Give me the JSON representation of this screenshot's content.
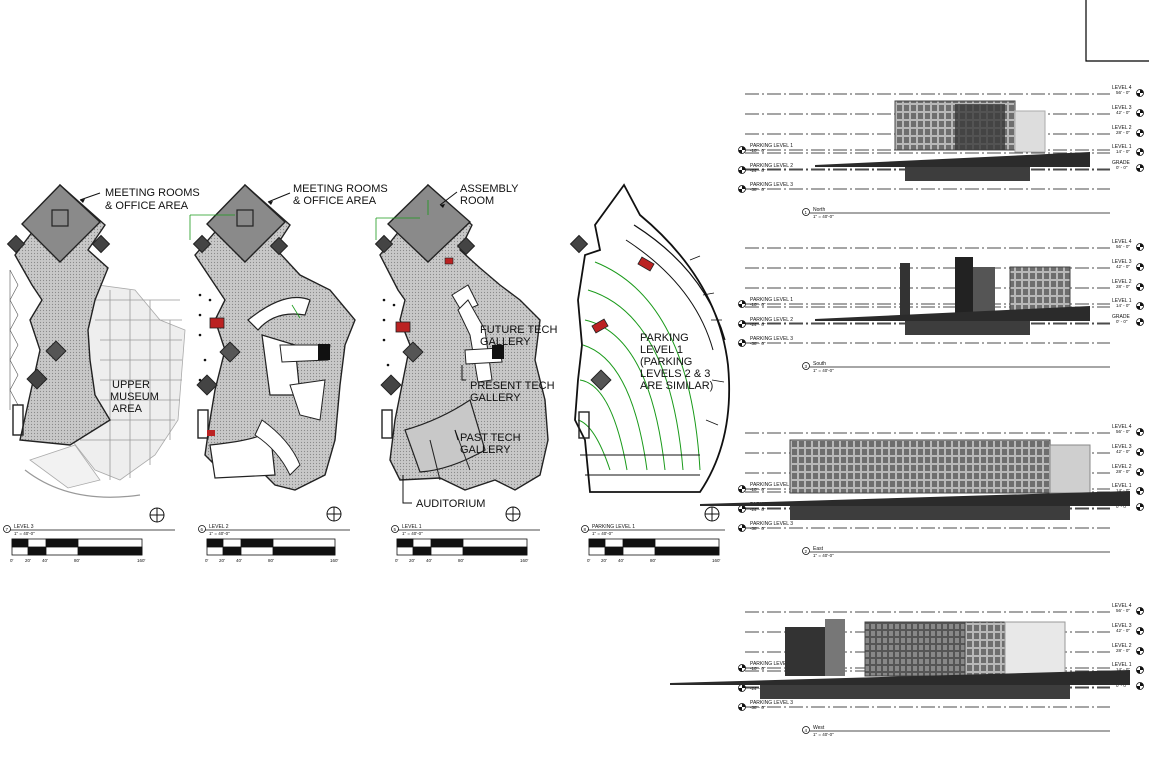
{
  "plans": [
    {
      "callouts": [
        "MEETING ROOMS",
        "& OFFICE AREA"
      ],
      "inner_label": [
        "UPPER",
        "MUSEUM",
        "AREA"
      ],
      "view_number": "7",
      "view_title": "LEVEL 3",
      "scale": "1\" = 40'-0\"",
      "scale_ticks": [
        "0'",
        "20'",
        "40'",
        "80'",
        "160'"
      ]
    },
    {
      "callouts": [
        "MEETING ROOMS",
        "& OFFICE AREA"
      ],
      "view_number": "6",
      "view_title": "LEVEL 2",
      "scale": "1\" = 40'-0\"",
      "scale_ticks": [
        "0'",
        "20'",
        "40'",
        "80'",
        "160'"
      ]
    },
    {
      "callouts": [
        "ASSEMBLY",
        "ROOM"
      ],
      "gallery_labels": [
        [
          "FUTURE TECH",
          "GALLERY"
        ],
        [
          "PRESENT TECH",
          "GALLERY"
        ],
        [
          "PAST TECH",
          "GALLERY"
        ],
        [
          "AUDITORIUM"
        ]
      ],
      "view_number": "5",
      "view_title": "LEVEL 1",
      "scale": "1\" = 40'-0\"",
      "scale_ticks": [
        "0'",
        "20'",
        "40'",
        "80'",
        "160'"
      ]
    },
    {
      "inner_label": [
        "PARKING",
        "LEVEL 1",
        "(PARKING",
        "LEVELS 2 & 3",
        "ARE SIMILAR)"
      ],
      "view_number": "8",
      "view_title": "PARKING LEVEL 1",
      "scale": "1\" = 40'-0\"",
      "scale_ticks": [
        "0'",
        "20'",
        "40'",
        "80'",
        "160'"
      ]
    }
  ],
  "elevations": [
    {
      "view_number": "1",
      "title": "North",
      "scale": "1\" = 40'-0\"",
      "right_levels": [
        [
          "LEVEL 4",
          "56' - 0\""
        ],
        [
          "LEVEL 3",
          "42' - 0\""
        ],
        [
          "LEVEL 2",
          "28' - 0\""
        ],
        [
          "LEVEL 1",
          "14' - 0\""
        ],
        [
          "GRADE",
          "0' - 0\""
        ]
      ],
      "left_levels": [
        [
          "PARKING LEVEL 1",
          "-10' - 0\""
        ],
        [
          "PARKING LEVEL 2",
          "-24' - 0\""
        ],
        [
          "PARKING LEVEL 3",
          "-38' - 0\""
        ]
      ]
    },
    {
      "view_number": "3",
      "title": "South",
      "scale": "1\" = 40'-0\"",
      "right_levels": [
        [
          "LEVEL 4",
          "56' - 0\""
        ],
        [
          "LEVEL 3",
          "42' - 0\""
        ],
        [
          "LEVEL 2",
          "28' - 0\""
        ],
        [
          "LEVEL 1",
          "14' - 0\""
        ],
        [
          "GRADE",
          "0' - 0\""
        ]
      ],
      "left_levels": [
        [
          "PARKING LEVEL 1",
          "-10' - 0\""
        ],
        [
          "PARKING LEVEL 2",
          "-24' - 0\""
        ],
        [
          "PARKING LEVEL 3",
          "-38' - 0\""
        ]
      ]
    },
    {
      "view_number": "2",
      "title": "East",
      "scale": "1\" = 40'-0\"",
      "right_levels": [
        [
          "LEVEL 4",
          "56' - 0\""
        ],
        [
          "LEVEL 3",
          "42' - 0\""
        ],
        [
          "LEVEL 2",
          "28' - 0\""
        ],
        [
          "LEVEL 1",
          "14' - 0\""
        ],
        [
          "GRADE",
          "0' - 0\""
        ]
      ],
      "left_levels": [
        [
          "PARKING LEVEL 1",
          "-10' - 0\""
        ],
        [
          "PARKING LEVEL 2",
          "-24' - 0\""
        ],
        [
          "PARKING LEVEL 3",
          "-38' - 0\""
        ]
      ]
    },
    {
      "view_number": "4",
      "title": "West",
      "scale": "1\" = 40'-0\"",
      "right_levels": [
        [
          "LEVEL 4",
          "56' - 0\""
        ],
        [
          "LEVEL 3",
          "42' - 0\""
        ],
        [
          "LEVEL 2",
          "28' - 0\""
        ],
        [
          "LEVEL 1",
          "14' - 0\""
        ],
        [
          "GRADE",
          "0' - 0\""
        ]
      ],
      "left_levels": [
        [
          "PARKING LEVEL 1",
          "-10' - 0\""
        ],
        [
          "PARKING LEVEL 2",
          "-24' - 0\""
        ],
        [
          "PARKING LEVEL 3",
          "-38' - 0\""
        ]
      ]
    }
  ],
  "colors": {
    "ink": "#111111",
    "hatch": "#bdbdbd",
    "parking_lines": "#1a9a1a",
    "glass": "#9a9a9a",
    "dark": "#3a3a3a"
  }
}
